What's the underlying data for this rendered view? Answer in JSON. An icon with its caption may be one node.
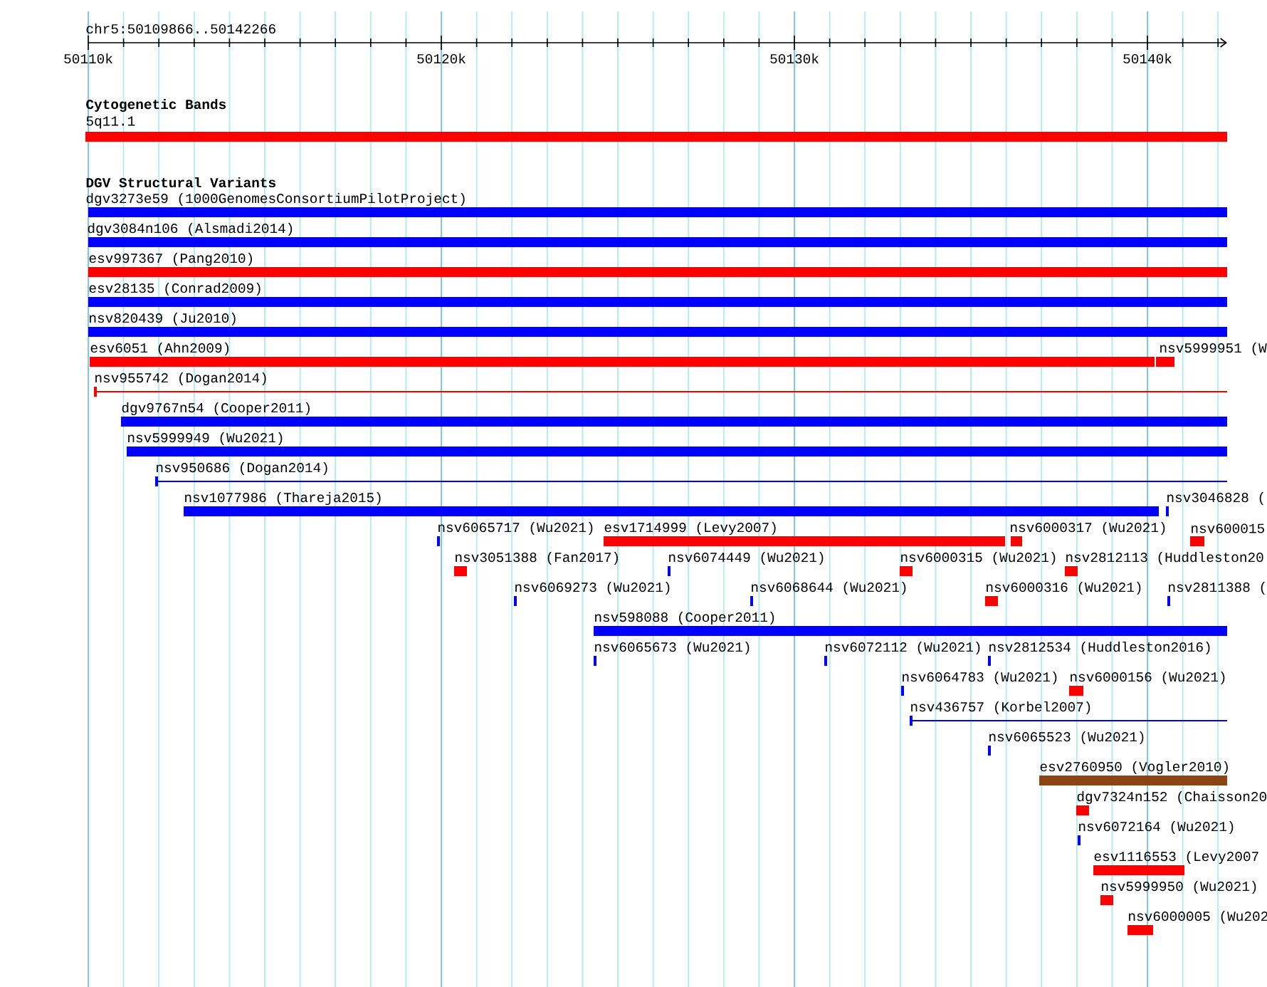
{
  "diagram": {
    "nodes": [
      {
        "text": [
          "5q11.1"
        ]
      },
      {
        "text": [
          "dgv3273e59 (1000GenomesConsortiumPilotProject)"
        ]
      },
      {
        "text": [
          "dgv3084n106 (Alsmadi2014)"
        ]
      },
      {
        "text": [
          "esv997367 (Pang2010)"
        ]
      },
      {
        "text": [
          "esv28135 (Conrad2009)"
        ]
      },
      {
        "text": [
          "nsv820439 (Ju2010)"
        ]
      },
      {
        "text": [
          "esv6051 (Ahn2009)"
        ]
      },
      {
        "text": [
          "nsv5999951 (W"
        ]
      },
      {
        "text": [
          "nsv955742 (Dogan2014)"
        ]
      },
      {
        "text": [
          "dgv9767n54 (Cooper2011)"
        ]
      },
      {
        "text": [
          "nsv5999949 (Wu2021)"
        ]
      },
      {
        "text": [
          "nsv950686 (Dogan2014)"
        ]
      },
      {
        "text": [
          "nsv1077986 (Thareja2015)"
        ]
      },
      {
        "text": [
          "nsv3046828 ("
        ]
      },
      {
        "text": [
          "nsv6065717 (Wu2021)"
        ]
      },
      {
        "text": [
          "esv1714999 (Levy2007)"
        ]
      },
      {
        "text": [
          "nsv6000317 (Wu2021)"
        ]
      },
      {
        "text": [
          "nsv600015"
        ]
      },
      {
        "text": [
          "nsv3051388 (Fan2017)"
        ]
      },
      {
        "text": [
          "nsv6074449 (Wu2021)"
        ]
      },
      {
        "text": [
          "nsv6000315 (Wu2021)"
        ]
      },
      {
        "text": [
          "nsv2812113 (Huddleston20"
        ]
      },
      {
        "text": [
          "nsv6069273 (Wu2021)"
        ]
      },
      {
        "text": [
          "nsv6068644 (Wu2021)"
        ]
      },
      {
        "text": [
          "nsv6000316 (Wu2021)"
        ]
      },
      {
        "text": [
          "nsv2811388 ("
        ]
      },
      {
        "text": [
          "nsv598088 (Cooper2011)"
        ]
      },
      {
        "text": [
          "nsv6065673 (Wu2021)"
        ]
      },
      {
        "text": [
          "nsv6072112 (Wu2021)"
        ]
      },
      {
        "text": [
          "nsv2812534 (Huddleston2016)"
        ]
      },
      {
        "text": [
          "nsv6064783 (Wu2021)"
        ]
      },
      {
        "text": [
          "nsv6000156 (Wu2021)"
        ]
      },
      {
        "text": [
          "nsv436757 (Korbel2007)"
        ]
      },
      {
        "text": [
          "nsv6065523 (Wu2021)"
        ]
      },
      {
        "text": [
          "esv2760950 (Vogler2010)"
        ]
      },
      {
        "text": [
          "dgv7324n152 (Chaisson20"
        ]
      },
      {
        "text": [
          "nsv6072164 (Wu2021)"
        ]
      },
      {
        "text": [
          "esv1116553 (Levy2007"
        ]
      },
      {
        "text": [
          "nsv5999950 (Wu2021)"
        ]
      },
      {
        "text": [
          "nsv6000005 (Wu202"
        ]
      }
    ],
    "labels": [
      "chr5:50109866..50142266",
      "50110k",
      "50120k",
      "50130k",
      "50140k",
      "Cytogenetic Bands",
      "DGV Structural Variants"
    ]
  }
}
